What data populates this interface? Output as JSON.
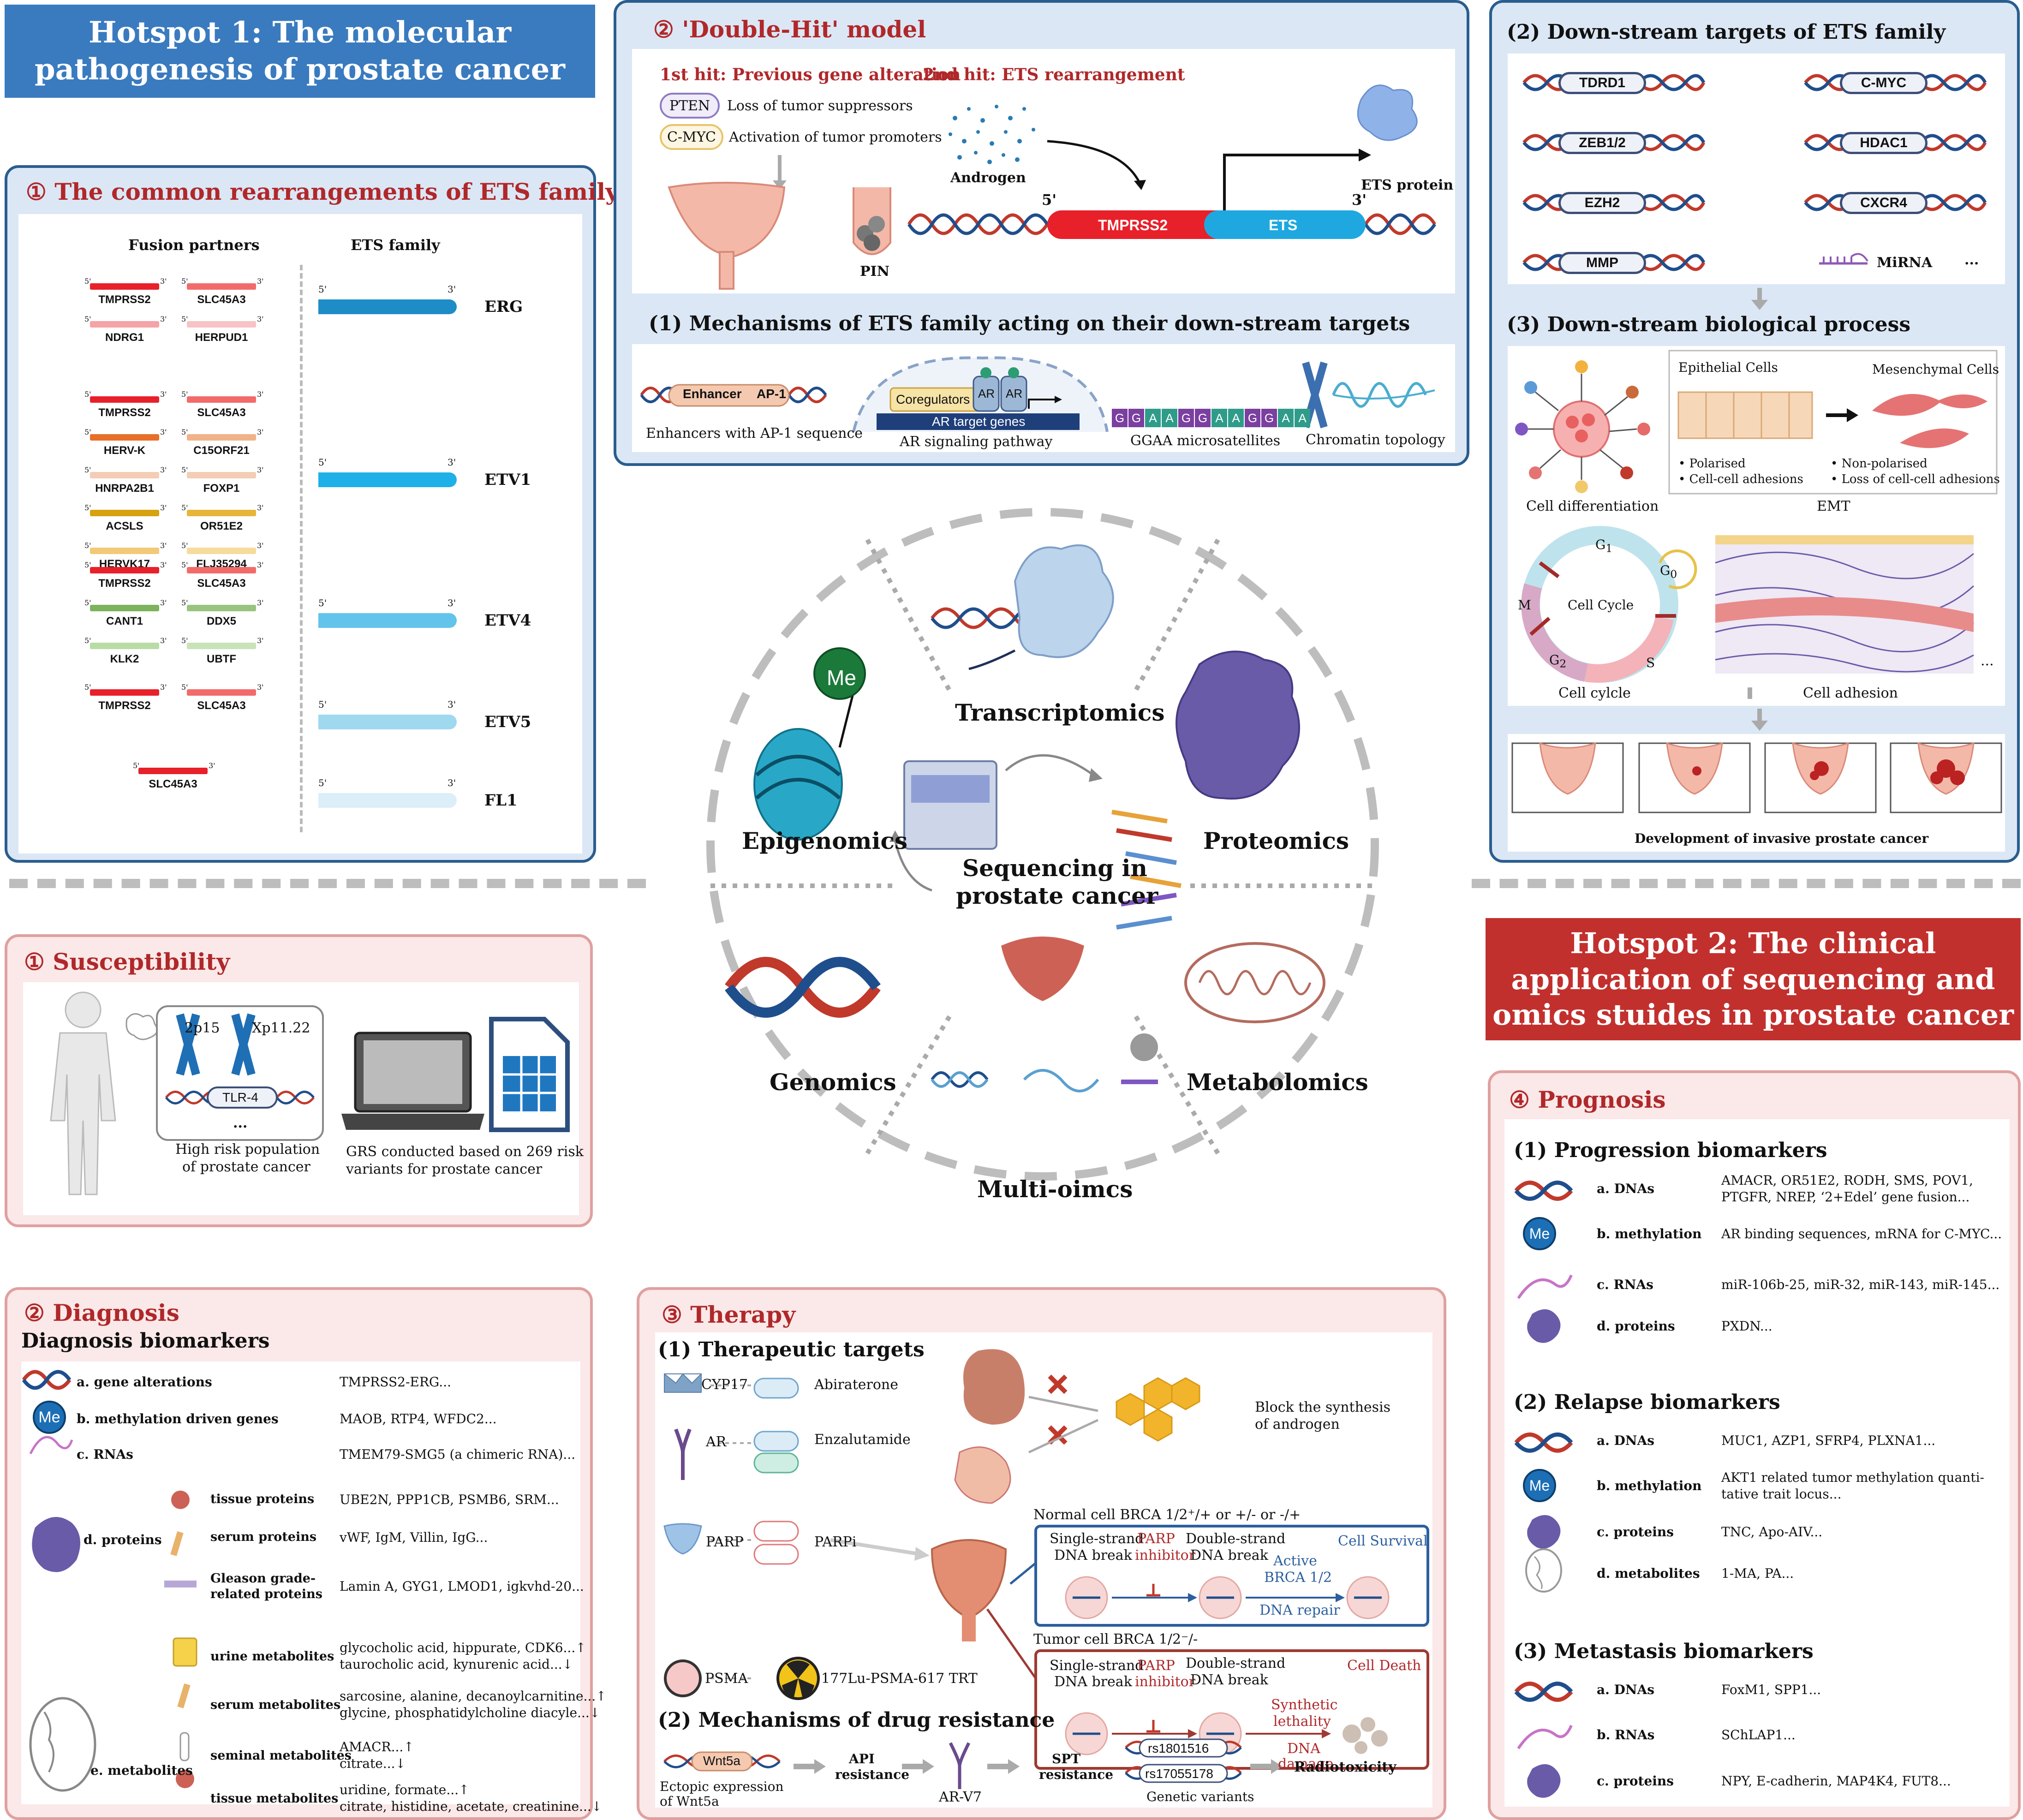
{
  "hotspot1": {
    "line1": "Hotspot 1: The molecular",
    "line2": "pathogenesis of prostate cancer"
  },
  "hotspot2": {
    "line1": "Hotspot 2: The clinical",
    "line2": "application of sequencing and",
    "line3": "omics stuides in prostate cancer"
  },
  "ets_panel": {
    "title": "① The common rearrangements of ETS family",
    "col1": "Fusion partners",
    "col2": "ETS family",
    "p5": "5'",
    "p3": "3'",
    "groups": [
      {
        "name": "ERG",
        "pairs": [
          [
            "TMPRSS2",
            "SLC45A3"
          ],
          [
            "NDRG1",
            "HERPUD1"
          ]
        ]
      },
      {
        "name": "ETV1",
        "pairs": [
          [
            "TMPRSS2",
            "SLC45A3"
          ],
          [
            "HERV-K",
            "C15ORF21"
          ],
          [
            "HNRPA2B1",
            "FOXP1"
          ],
          [
            "ACSLS",
            "OR51E2"
          ],
          [
            "HERVK17",
            "FLJ35294"
          ]
        ]
      },
      {
        "name": "ETV4",
        "pairs": [
          [
            "TMPRSS2",
            "SLC45A3"
          ],
          [
            "CANT1",
            "DDX5"
          ],
          [
            "KLK2",
            "UBTF"
          ]
        ]
      },
      {
        "name": "ETV5",
        "pairs": [
          [
            "TMPRSS2",
            "SLC45A3"
          ]
        ]
      },
      {
        "name": "FL1",
        "pairs": [
          [
            "SLC45A3"
          ]
        ]
      }
    ]
  },
  "double_hit": {
    "title": "② 'Double-Hit' model",
    "hit1": "1st hit: Previous gene alteration",
    "hit2": "2nd hit: ETS rearrangement",
    "pten": "PTEN",
    "pten_desc": "Loss of tumor suppressors",
    "cmyc": "C-MYC",
    "cmyc_desc": "Activation of tumor promoters",
    "androgen": "Androgen",
    "pin": "PIN",
    "tmprss2": "TMPRSS2",
    "ets": "ETS",
    "ets_protein": "ETS protein",
    "p5": "5'",
    "p3": "3'",
    "mech_title": "(1) Mechanisms of ETS family acting on their down-stream targets",
    "enhancer": "Enhancer",
    "ap1": "AP-1",
    "enhancers_label": "Enhancers with AP-1 sequence",
    "coregulators": "Coregulators",
    "ar": "AR",
    "ar_target": "AR target genes",
    "ar_label": "AR signaling pathway",
    "ggaa_seq": [
      "G",
      "G",
      "A",
      "A",
      "G",
      "G",
      "A",
      "A",
      "G",
      "G",
      "A",
      "A"
    ],
    "ggaa_label": "GGAA microsatellites",
    "chromatin_label": "Chromatin topology"
  },
  "downstream": {
    "title2": "(2) Down-stream targets of ETS family",
    "targets_left": [
      "TDRD1",
      "ZEB1/2",
      "EZH2",
      "MMP"
    ],
    "targets_right": [
      "C-MYC",
      "HDAC1",
      "CXCR4"
    ],
    "mirna": "MiRNA",
    "ellipsis": "...",
    "title3": "(3) Down-stream biological process",
    "epithelial": "Epithelial Cells",
    "mesenchymal": "Mesenchymal Cells",
    "polarised": "• Polarised",
    "cell_adh": "• Cell-cell adhesions",
    "non_polarised": "• Non-polarised",
    "loss_adh": "• Loss of cell-cell adhesions",
    "cell_diff": "Cell differentiation",
    "emt": "EMT",
    "cell_cycle_center": "Cell Cycle",
    "g1": "G",
    "g1_sub": "1",
    "g0": "G",
    "g0_sub": "0",
    "g2": "G",
    "g2_sub": "2",
    "s": "S",
    "m": "M",
    "cell_cycle": "Cell cylcle",
    "cell_adhesion": "Cell adhesion",
    "dots": "...",
    "development": "Development of invasive prostate cancer"
  },
  "center": {
    "transcriptomics": "Transcriptomics",
    "epigenomics": "Epigenomics",
    "proteomics": "Proteomics",
    "genomics": "Genomics",
    "metabolomics": "Metabolomics",
    "multi": "Multi-oimcs",
    "seq1": "Sequencing in",
    "seq2": "prostate cancer",
    "me": "Me"
  },
  "susceptibility": {
    "title": "① Susceptibility",
    "chr1": "2p15",
    "chr2": "Xp11.22",
    "tlr4": "TLR-4",
    "dots": "...",
    "high_risk1": "High risk population",
    "high_risk2": "of prostate cancer",
    "grs1": "GRS conducted based on 269 risk",
    "grs2": "variants for prostate cancer"
  },
  "diagnosis": {
    "title": "② Diagnosis",
    "subtitle": "Diagnosis biomarkers",
    "rows": [
      {
        "label": "a. gene alterations",
        "value": "TMPRSS2-ERG..."
      },
      {
        "label": "b. methylation driven genes",
        "value": "MAOB, RTP4, WFDC2..."
      },
      {
        "label": "c. RNAs",
        "value": "TMEM79-SMG5 (a chimeric RNA)..."
      }
    ],
    "proteins_label": "d. proteins",
    "proteins": [
      {
        "label": "tissue proteins",
        "value": "UBE2N, PPP1CB, PSMB6, SRM..."
      },
      {
        "label": "serum proteins",
        "value": "vWF, IgM, Villin, IgG..."
      },
      {
        "label": "Gleason grade-",
        "label2": "related proteins",
        "value": "Lamin A, GYG1, LMOD1, igkvhd-20..."
      }
    ],
    "metabolites_label": "e. metabolites",
    "metabolites": [
      {
        "label": "urine metabolites",
        "up": "glycocholic acid, hippurate, CDK6...↑",
        "down": "taurocholic acid, kynurenic acid...↓"
      },
      {
        "label": "serum metabolites",
        "up": "sarcosine, alanine, decanoylcarnitine...↑",
        "down": "glycine, phosphatidylcholine diacyle...↓"
      },
      {
        "label": "seminal metabolites",
        "up": "AMACR...↑",
        "down": "citrate...↓"
      },
      {
        "label": "tissue metabolites",
        "up": "uridine, formate...↑",
        "down": "citrate, histidine, acetate, creatinine...↓"
      }
    ],
    "me": "Me"
  },
  "therapy": {
    "title": "③ Therapy",
    "sub1": "(1) Therapeutic targets",
    "cyp17": "CYP17",
    "abiraterone": "Abiraterone",
    "ar": "AR",
    "enzalutamide": "Enzalutamide",
    "block1": "Block the synthesis",
    "block2": "of androgen",
    "normal_cell": "Normal cell BRCA 1/2⁺/+ or +/- or -/+",
    "parp": "PARP",
    "parpi": "PARPi",
    "ss_break": "Single-strand",
    "dna_break": "DNA break",
    "parp_inh1": "PARP",
    "parp_inh2": "inhibitor",
    "ds_break": "Double-strand",
    "active": "Active",
    "brca": "BRCA 1/2",
    "dna_repair": "DNA repair",
    "cell_survival": "Cell Survival",
    "tumor_cell": "Tumor cell BRCA 1/2⁻/-",
    "synthetic": "Synthetic",
    "lethality": "lethality",
    "dna_damage1": "DNA",
    "dna_damage2": "damage",
    "cell_death": "Cell Death",
    "psma": "PSMA",
    "trt": "177Lu-PSMA-617 TRT",
    "sub2": "(2) Mechanisms of drug resistance",
    "wnt5a": "Wnt5a",
    "ectopic1": "Ectopic expression",
    "ectopic2": "of Wnt5a",
    "api1": "API",
    "api2": "resistance",
    "arv7": "AR-V7",
    "spt1": "SPT",
    "spt2": "resistance",
    "rs1": "rs1801516",
    "rs2": "rs17055178",
    "genetic_variants": "Genetic variants",
    "radiotoxicity": "Radiotoxicity"
  },
  "prognosis": {
    "title": "④ Prognosis",
    "progression": "(1) Progression biomarkers",
    "prog_rows": [
      {
        "label": "a. DNAs",
        "value": "AMACR, OR51E2, RODH, SMS, POV1,",
        "value2": "PTGFR, NREP, ‘2+Edel’ gene fusion..."
      },
      {
        "label": "b. methylation",
        "value": "AR binding sequences, mRNA for C-MYC..."
      },
      {
        "label": "c. RNAs",
        "value": "miR-106b-25, miR-32, miR-143, miR-145..."
      },
      {
        "label": "d. proteins",
        "value": "PXDN..."
      }
    ],
    "relapse": "(2) Relapse biomarkers",
    "rel_rows": [
      {
        "label": "a. DNAs",
        "value": "MUC1, AZP1, SFRP4, PLXNA1..."
      },
      {
        "label": "b. methylation",
        "value": "AKT1 related tumor methylation quanti-",
        "value2": "tative trait locus..."
      },
      {
        "label": "c. proteins",
        "value": "TNC, Apo-AIV..."
      },
      {
        "label": "d. metabolites",
        "value": "1-MA, PA..."
      }
    ],
    "metastasis": "(3) Metastasis biomarkers",
    "met_rows": [
      {
        "label": "a. DNAs",
        "value": "FoxM1, SPP1..."
      },
      {
        "label": "b. RNAs",
        "value": "SChLAP1..."
      },
      {
        "label": "c. proteins",
        "value": "NPY, E-cadherin, MAP4K4, FUT8..."
      }
    ],
    "me": "Me"
  },
  "colors": {
    "blue_header": "#3a7bbf",
    "red_header": "#c2302e",
    "panel_blue": "#2a5d8f",
    "panel_red": "#e0a0a0",
    "red_text": "#b0282a"
  }
}
